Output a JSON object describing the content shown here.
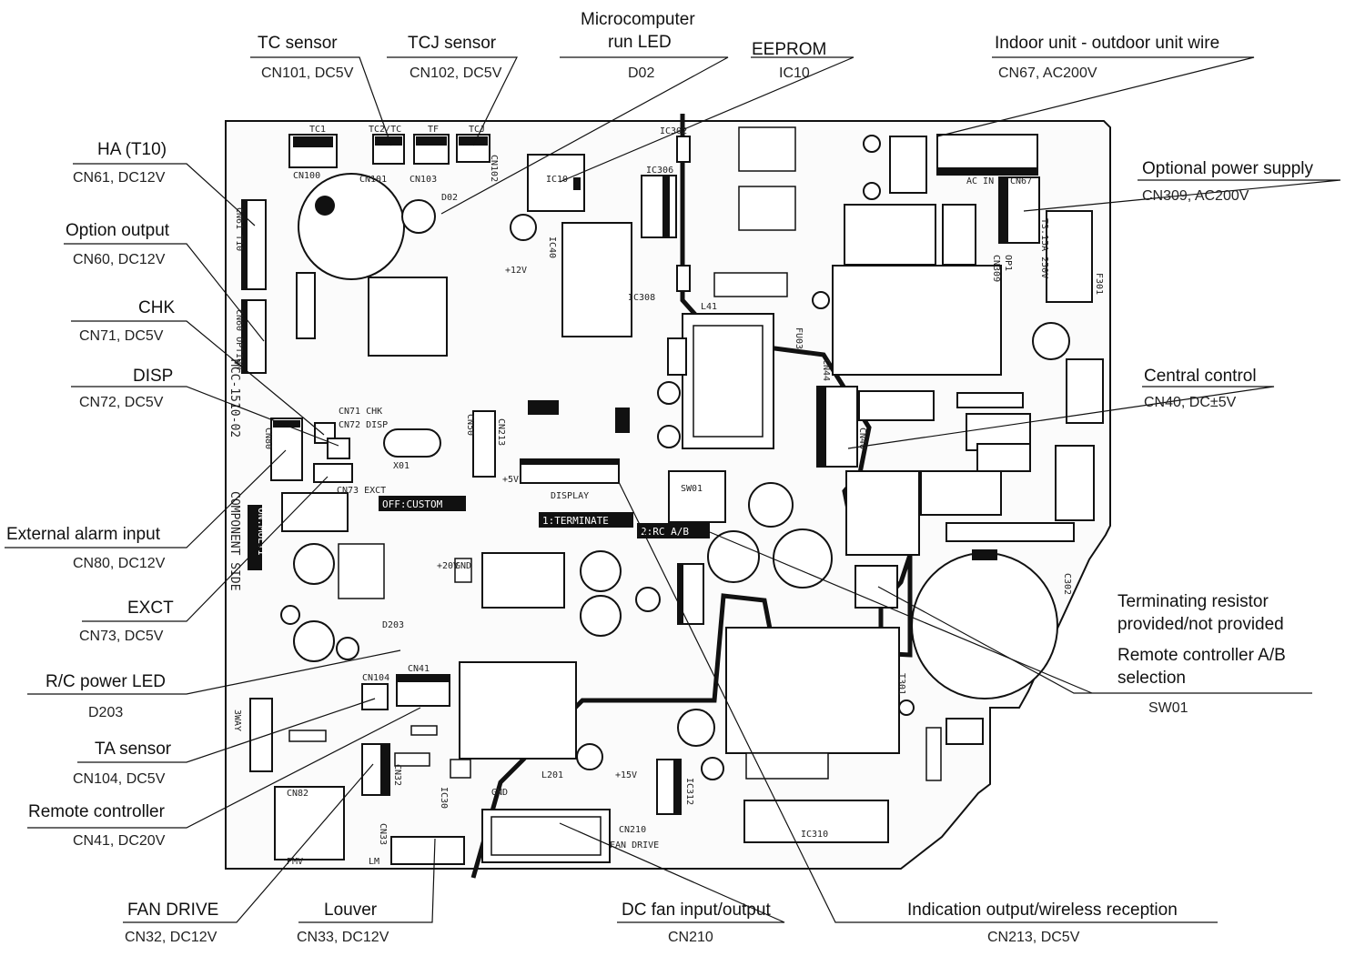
{
  "callouts": {
    "tc_sensor": {
      "title": "TC sensor",
      "sub": "CN101, DC5V"
    },
    "tcj_sensor": {
      "title": "TCJ sensor",
      "sub": "CN102, DC5V"
    },
    "micro_led": {
      "title1": "Microcomputer",
      "title2": "run LED",
      "sub": "D02"
    },
    "eeprom": {
      "title": "EEPROM",
      "sub": "IC10"
    },
    "wire": {
      "title": "Indoor unit - outdoor unit wire",
      "sub": "CN67, AC200V"
    },
    "ha": {
      "title": "HA (T10)",
      "sub": "CN61, DC12V"
    },
    "opt_power": {
      "title": "Optional power supply",
      "sub": "CN309, AC200V"
    },
    "opt_output": {
      "title": "Option output",
      "sub": "CN60, DC12V"
    },
    "chk": {
      "title": "CHK",
      "sub": "CN71, DC5V"
    },
    "disp": {
      "title": "DISP",
      "sub": "CN72, DC5V"
    },
    "central": {
      "title": "Central control",
      "sub": "CN40, DC±5V"
    },
    "ext_alarm": {
      "title": "External alarm input",
      "sub": "CN80, DC12V"
    },
    "exct": {
      "title": "EXCT",
      "sub": "CN73, DC5V"
    },
    "term": {
      "title1": "Terminating resistor",
      "title2": "provided/not provided",
      "title3": "Remote controller A/B",
      "title4": "selection",
      "sub": "SW01"
    },
    "rc_led": {
      "title": "R/C power LED",
      "sub": "D203"
    },
    "ta": {
      "title": "TA sensor",
      "sub": "CN104, DC5V"
    },
    "remote": {
      "title": "Remote controller",
      "sub": "CN41, DC20V"
    },
    "fan_drive": {
      "title": "FAN DRIVE",
      "sub": "CN32, DC12V"
    },
    "louver": {
      "title": "Louver",
      "sub": "CN33, DC12V"
    },
    "dc_fan": {
      "title": "DC fan input/output",
      "sub": "CN210"
    },
    "indication": {
      "title": "Indication output/wireless reception",
      "sub": "CN213, DC5V"
    }
  },
  "board": {
    "model": "MCC-1510-02",
    "side": "COMPONENT SIDE",
    "tag_off_custom": "OFF:CUSTOM",
    "tag_on_multi": "ON:MULTI",
    "tag_terminate": "1:TERMINATE",
    "tag_rc_ab": "2:RC A/B",
    "silk": {
      "tc1": "TC1",
      "tc2": "TC2/TC",
      "tf": "TF",
      "tcj": "TCJ",
      "cn100": "CN100",
      "cn101": "CN101",
      "cn103": "CN103",
      "cn102": "CN102",
      "cn61": "CN61 T10",
      "cn60": "CN60 OPTION",
      "cn80": "CN80",
      "cn71": "CN71 CHK",
      "cn72": "CN72 DISP",
      "cn73": "CN73 EXCT",
      "cn104": "CN104",
      "cn41": "CN41",
      "cn32": "CN32",
      "cn33": "CN33",
      "cn82": "CN82",
      "pmv": "PMV",
      "lm": "LM",
      "cn210": "CN210",
      "fan_drive": "FAN DRIVE",
      "display": "DISPLAY",
      "cn50": "CN50",
      "cn213": "CN213",
      "sw01": "SW01",
      "ic10": "IC10",
      "ic40": "IC40",
      "ic302": "IC302",
      "ic306": "IC306",
      "ic308": "IC308",
      "cn67": "CN67",
      "ac_in": "AC IN",
      "cn309": "CN309",
      "op1": "OP1",
      "f301": "F301",
      "fuse": "T3.15A 250V",
      "cn40": "CN40",
      "cn44": "CN44",
      "l41": "L41",
      "fu03": "FU03",
      "t301": "T301",
      "c302": "C302",
      "ic30": "IC30",
      "l201": "L201",
      "ic310": "IC310",
      "ic312": "IC312",
      "cn3way": "3WAY",
      "cn60b": "CN60",
      "d02": "D02",
      "d203": "D203",
      "x01": "X01",
      "plus12v": "+12V",
      "plus20v": "+20V",
      "plus5v": "+5V",
      "gnd": "GND",
      "plus15v": "+15V",
      "gnd2": "GND"
    }
  }
}
